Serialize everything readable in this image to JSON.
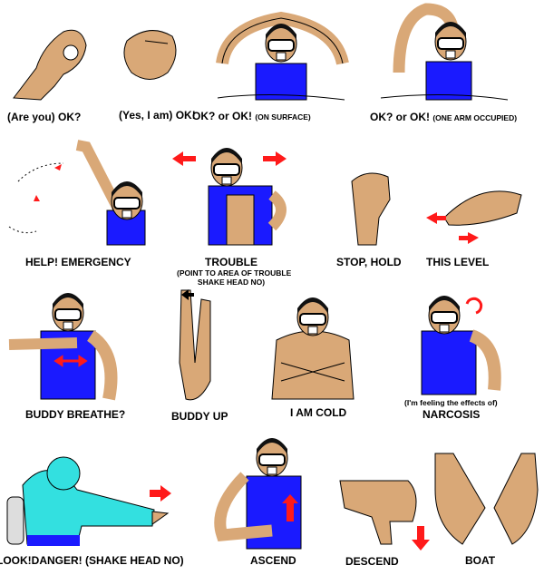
{
  "colors": {
    "skin": "#d9a877",
    "vest": "#1a1aff",
    "arrow": "#ff1a1a",
    "cyan": "#33e0e0",
    "ink": "#000000"
  },
  "signals": [
    {
      "label": "(Are you) OK?"
    },
    {
      "label": "(Yes, I am) OK!"
    },
    {
      "label": "OK? or OK!",
      "note": "(ON SURFACE)"
    },
    {
      "label": "OK? or OK!",
      "note": "(ONE ARM OCCUPIED)"
    },
    {
      "label": "HELP! EMERGENCY"
    },
    {
      "label": "TROUBLE",
      "note1": "(POINT TO AREA OF TROUBLE",
      "note2": "SHAKE HEAD NO)"
    },
    {
      "label": "STOP, HOLD"
    },
    {
      "label": "THIS LEVEL"
    },
    {
      "label": "BUDDY BREATHE?"
    },
    {
      "label": "BUDDY UP"
    },
    {
      "label": "I AM COLD"
    },
    {
      "label": "NARCOSIS",
      "note": "(I'm feeling the effects of)"
    },
    {
      "label": "LOOK!DANGER! (SHAKE HEAD NO)"
    },
    {
      "label": "ASCEND"
    },
    {
      "label": "DESCEND"
    },
    {
      "label": "BOAT"
    }
  ]
}
